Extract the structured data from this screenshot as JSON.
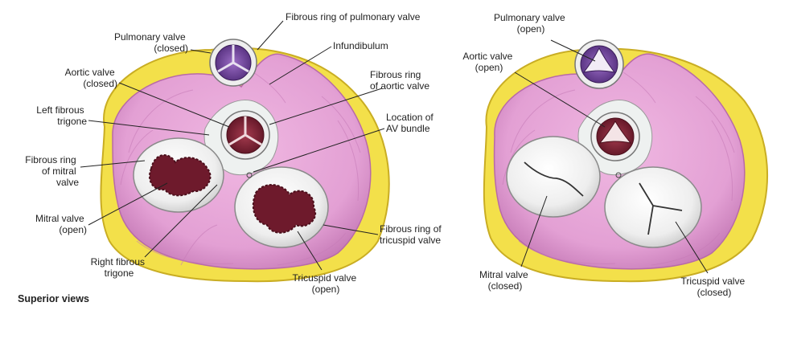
{
  "caption": "Superior views",
  "colors": {
    "fat": "#f3e04a",
    "fat_edge": "#c9ad23",
    "muscle": "#e6a2d6",
    "muscle_dark": "#b86aa8",
    "fibrous": "#eef1f0",
    "valve_white": "#f4f4f2",
    "leaflet_red": "#6e1a2c",
    "pulmonary_purple": "#6e3f95"
  },
  "left_view": {
    "labels": {
      "pulmonary_valve": [
        "Pulmonary valve",
        "(closed)"
      ],
      "aortic_valve": [
        "Aortic valve",
        "(closed)"
      ],
      "left_fibrous_trigone": [
        "Left fibrous",
        "trigone"
      ],
      "fibrous_ring_mitral": [
        "Fibrous ring",
        "of mitral",
        "valve"
      ],
      "mitral_valve": [
        "Mitral valve",
        "(open)"
      ],
      "right_fibrous_trigone": [
        "Right fibrous",
        "trigone"
      ],
      "fibrous_ring_pulmonary": [
        "Fibrous ring of pulmonary valve"
      ],
      "infundibulum": [
        "Infundibulum"
      ],
      "fibrous_ring_aortic": [
        "Fibrous ring",
        "of aortic valve"
      ],
      "av_bundle": [
        "Location of",
        "AV bundle"
      ],
      "fibrous_ring_tricuspid": [
        "Fibrous ring of",
        "tricuspid valve"
      ],
      "tricuspid_valve": [
        "Tricuspid valve",
        "(open)"
      ]
    }
  },
  "right_view": {
    "labels": {
      "pulmonary_valve": [
        "Pulmonary valve",
        "(open)"
      ],
      "aortic_valve": [
        "Aortic valve",
        "(open)"
      ],
      "mitral_valve": [
        "Mitral valve",
        "(closed)"
      ],
      "tricuspid_valve": [
        "Tricuspid valve",
        "(closed)"
      ]
    }
  }
}
